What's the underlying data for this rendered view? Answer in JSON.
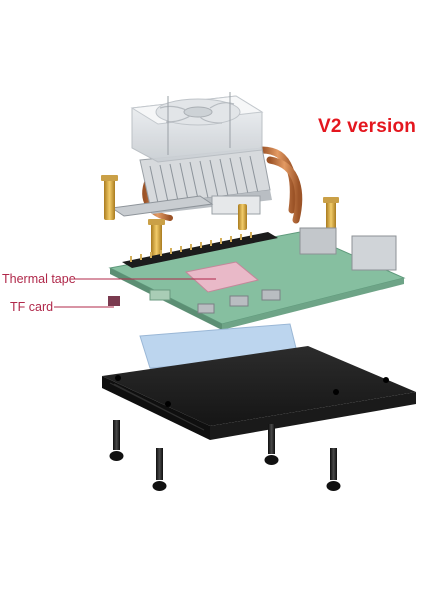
{
  "labels": {
    "version": "V2 version",
    "thermal_tape": "Thermal tape",
    "tf_card": "TF card"
  },
  "colors": {
    "version_text": "#e4161e",
    "callout": "#b0284a",
    "pcb": "#7fb89a",
    "case": "#1e1e1e",
    "thermal_pad": "#bcd5ee",
    "heatpipe": "#c87a45",
    "standoff": "#d9a93b"
  },
  "icons": [
    "cooler-fan",
    "heatsink-fins",
    "heatpipe",
    "standoff",
    "raspberry-pi-board",
    "thermal-pad",
    "case-base",
    "screw"
  ]
}
